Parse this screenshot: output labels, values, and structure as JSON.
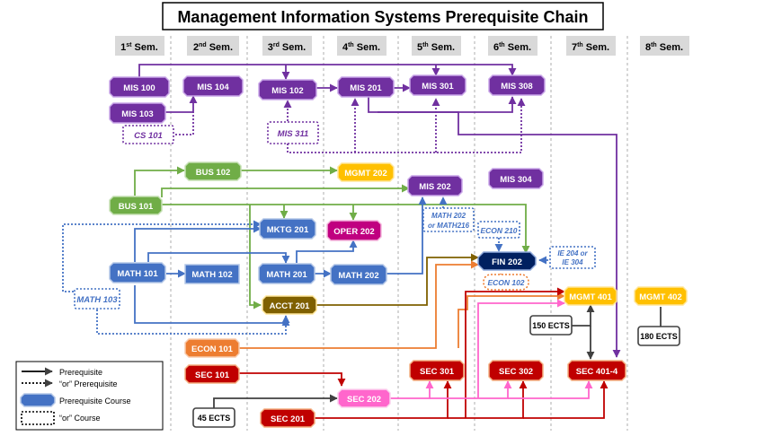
{
  "title": "Management Information Systems Prerequisite Chain",
  "semesters": [
    {
      "num": "1",
      "sup": "st",
      "label": " Sem."
    },
    {
      "num": "2",
      "sup": "nd",
      "label": " Sem."
    },
    {
      "num": "3",
      "sup": "rd",
      "label": " Sem."
    },
    {
      "num": "4",
      "sup": "th",
      "label": " Sem."
    },
    {
      "num": "5",
      "sup": "th",
      "label": " Sem."
    },
    {
      "num": "6",
      "sup": "th",
      "label": " Sem."
    },
    {
      "num": "7",
      "sup": "th",
      "label": " Sem."
    },
    {
      "num": "8",
      "sup": "th",
      "label": " Sem."
    }
  ],
  "courses": {
    "mis100": "MIS 100",
    "mis104": "MIS 104",
    "mis102": "MIS 102",
    "mis201": "MIS 201",
    "mis301": "MIS 301",
    "mis308": "MIS 308",
    "mis103": "MIS 103",
    "cs101": "CS 101",
    "mis311": "MIS 311",
    "bus102": "BUS 102",
    "mgmt202": "MGMT 202",
    "mis202": "MIS 202",
    "mis304": "MIS 304",
    "bus101": "BUS 101",
    "mktg201": "MKTG 201",
    "oper202": "OPER 202",
    "math202or216_1": "MATH 202",
    "math202or216_2": "or MATH216",
    "econ210": "ECON 210",
    "ie204_1": "IE 204 or",
    "ie204_2": "IE 304",
    "math101": "MATH 101",
    "math102": "MATH 102",
    "math201": "MATH 201",
    "math202": "MATH 202",
    "fin202": "FIN 202",
    "math103": "MATH 103",
    "econ102": "ECON 102",
    "mgmt401": "MGMT 401",
    "mgmt402": "MGMT 402",
    "acct201": "ACCT 201",
    "ects150": "150 ECTS",
    "ects180": "180 ECTS",
    "econ101": "ECON 101",
    "sec101": "SEC 101",
    "sec301": "SEC 301",
    "sec302": "SEC 302",
    "sec4014": "SEC 401-4",
    "sec202": "SEC 202",
    "ects45": "45 ECTS",
    "sec201": "SEC 201"
  },
  "legend": {
    "prereq": "Prerequisite",
    "or_prereq": "“or” Prerequisite",
    "prereq_course": "Prerequisite Course",
    "or_course": "“or” Course"
  },
  "colors": {
    "mis": "#7030a0",
    "bus": "#70ad47",
    "mgmt": "#ffc000",
    "math": "#4472c4",
    "oper": "#c00080",
    "fin": "#002060",
    "acct": "#7f6000",
    "econ": "#ed7d31",
    "sec": "#c00000",
    "sec202": "#ff66cc",
    "header": "#d9d9d9"
  }
}
